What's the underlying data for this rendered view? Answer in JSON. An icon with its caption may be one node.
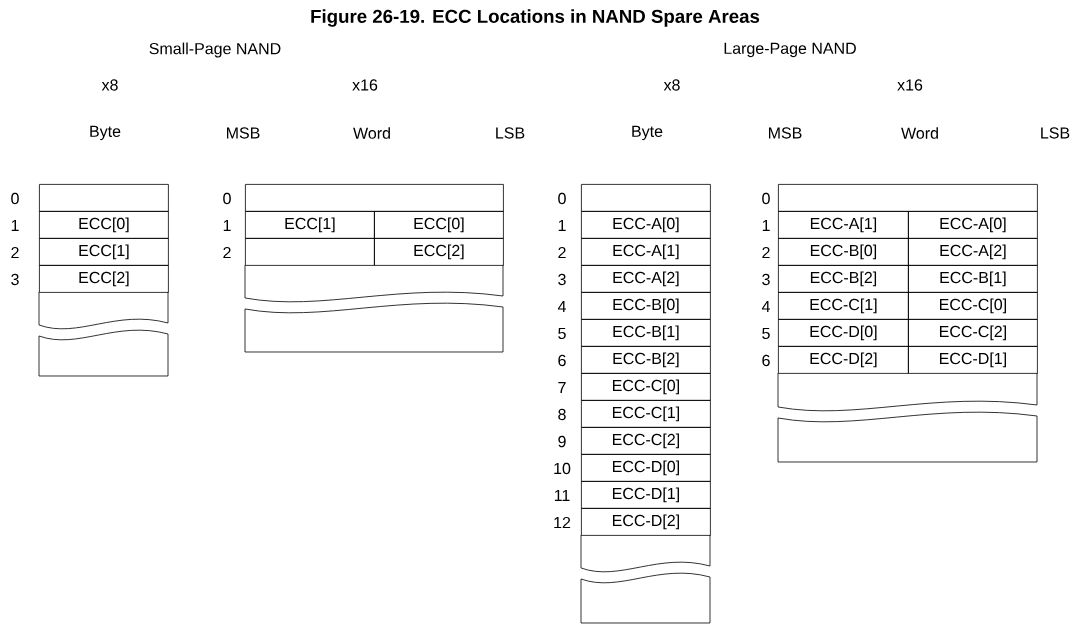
{
  "diagram": {
    "title": "Figure 26-19. ECC Locations in NAND Spare Areas",
    "labels": [
      "Small-Page NAND",
      "Large-Page NAND",
      "x8",
      "x16",
      "x8",
      "x16",
      "Byte",
      "MSB",
      "Word",
      "LSB",
      "Byte",
      "MSB",
      "Word",
      "LSB",
      "0",
      "1",
      "ECC[0]",
      "2",
      "ECC[1]",
      "3",
      "ECC[2]",
      "0",
      "1",
      "ECC[1]",
      "ECC[0]",
      "2",
      "ECC[2]",
      "0",
      "1",
      "ECC-A[0]",
      "2",
      "ECC-A[1]",
      "3",
      "ECC-A[2]",
      "4",
      "ECC-B[0]",
      "5",
      "ECC-B[1]",
      "6",
      "ECC-B[2]",
      "7",
      "ECC-C[0]",
      "8",
      "ECC-C[1]",
      "9",
      "ECC-C[2]",
      "10",
      "ECC-D[0]",
      "11",
      "ECC-D[1]",
      "12",
      "ECC-D[2]",
      "0",
      "1",
      "ECC-A[1]",
      "ECC-A[0]",
      "2",
      "ECC-B[0]",
      "ECC-A[2]",
      "3",
      "ECC-B[2]",
      "ECC-B[1]",
      "4",
      "ECC-C[1]",
      "ECC-C[0]",
      "5",
      "ECC-D[0]",
      "ECC-C[2]",
      "6",
      "ECC-D[2]",
      "ECC-D[1]"
    ]
  }
}
